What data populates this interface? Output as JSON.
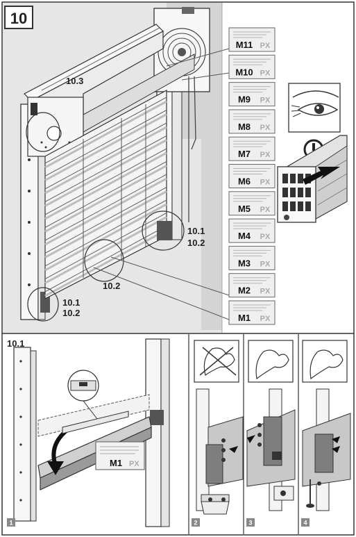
{
  "step": {
    "number": "10"
  },
  "callouts": {
    "c10_3": "10.3",
    "c10_1a": "10.1",
    "c10_2a": "10.2",
    "c10_2b": "10.2",
    "c10_1b": "10.1",
    "c10_2c": "10.2"
  },
  "tags": [
    {
      "code": "M11",
      "px": "PX"
    },
    {
      "code": "M10",
      "px": "PX"
    },
    {
      "code": "M9",
      "px": "PX"
    },
    {
      "code": "M8",
      "px": "PX"
    },
    {
      "code": "M7",
      "px": "PX"
    },
    {
      "code": "M6",
      "px": "PX"
    },
    {
      "code": "M5",
      "px": "PX"
    },
    {
      "code": "M4",
      "px": "PX"
    },
    {
      "code": "M3",
      "px": "PX"
    },
    {
      "code": "M2",
      "px": "PX"
    },
    {
      "code": "M1",
      "px": "PX"
    }
  ],
  "sub": {
    "title": "10.1",
    "tag_code": "M1",
    "tag_px": "PX",
    "panels": [
      "1",
      "2",
      "3",
      "4"
    ]
  },
  "colors": {
    "line": "#333333",
    "shade": "#d9d9d9",
    "dark": "#7a7a7a",
    "tag_bg": "#efefef"
  }
}
